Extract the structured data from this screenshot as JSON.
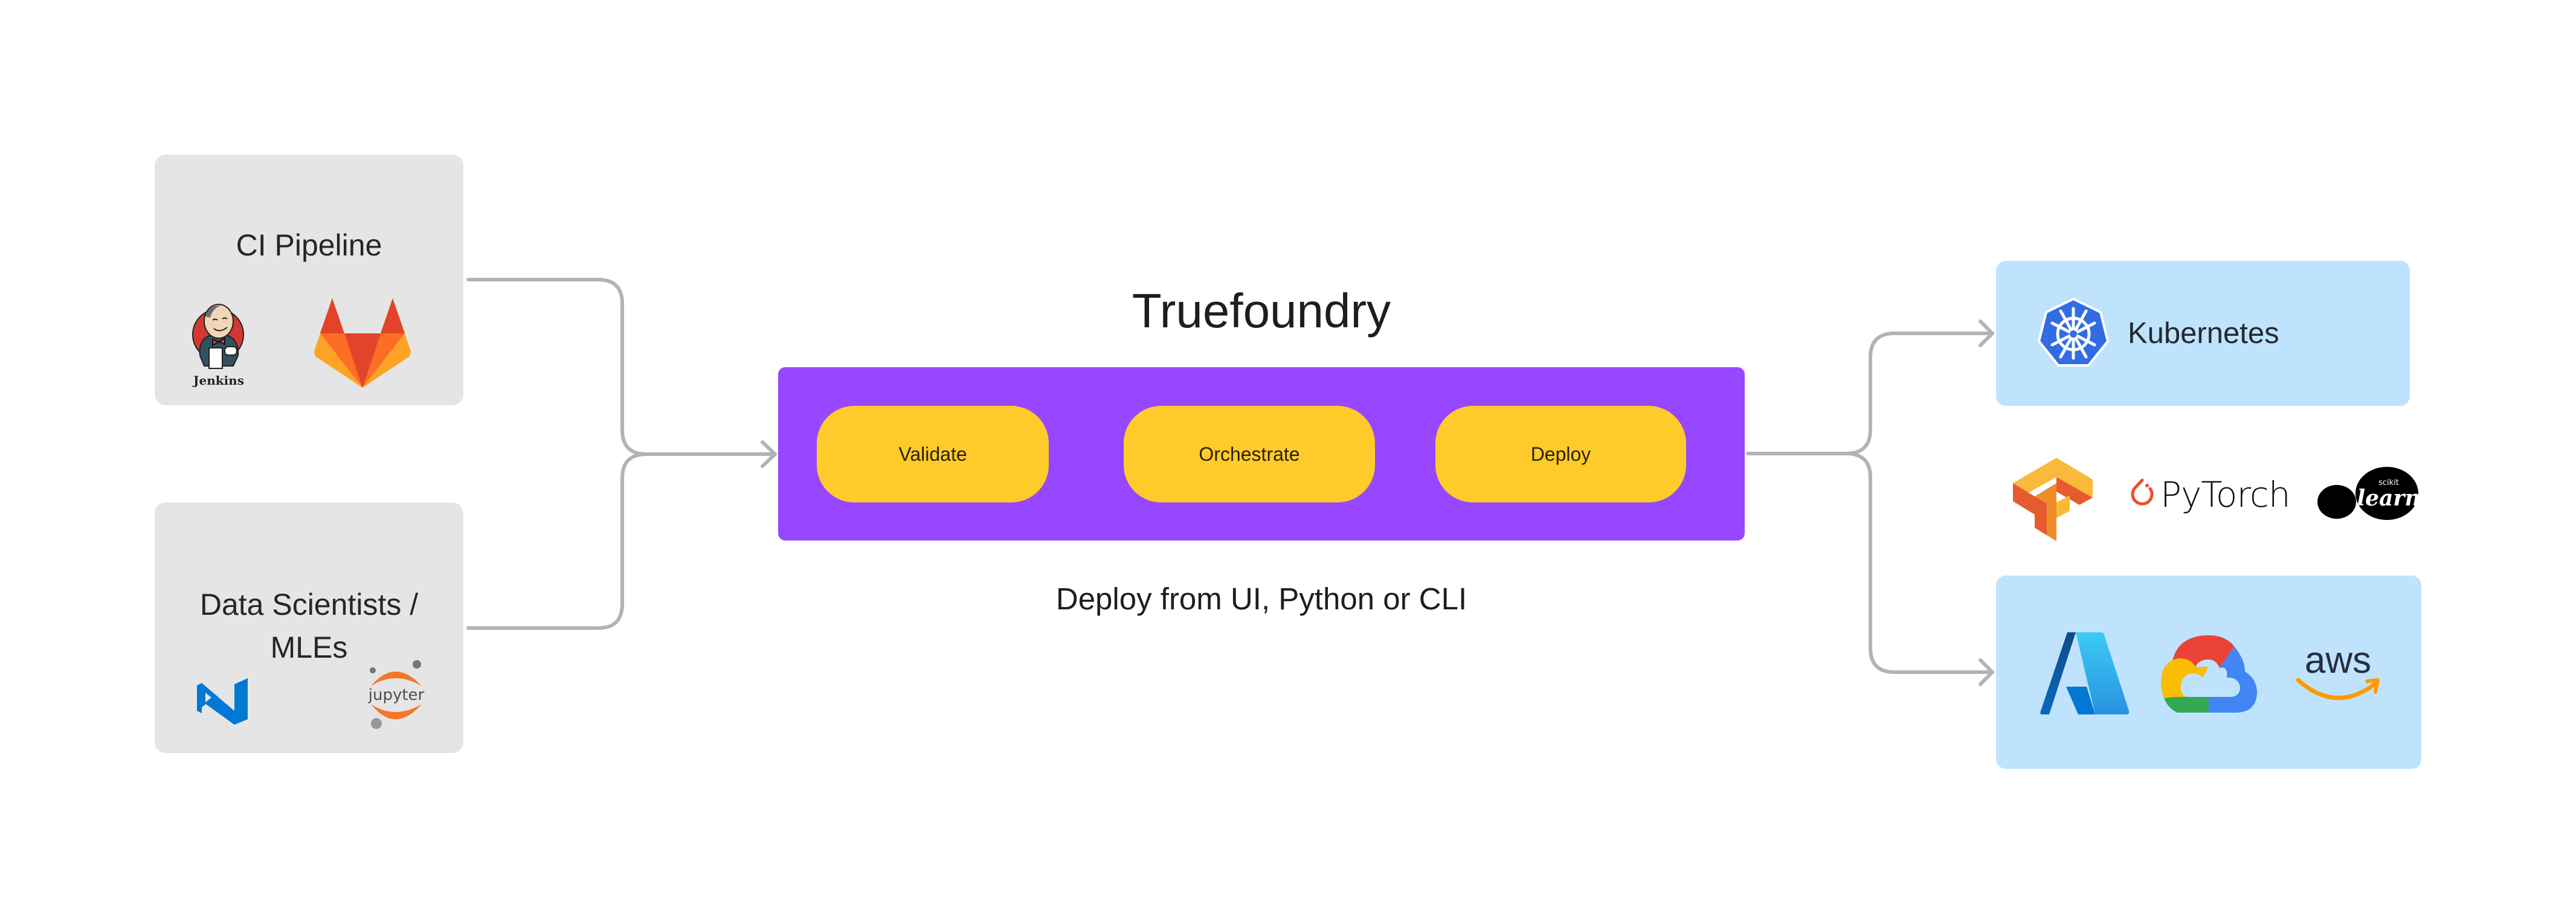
{
  "sources": [
    {
      "title": "CI Pipeline",
      "tools": [
        "Jenkins",
        "GitLab"
      ]
    },
    {
      "title": "Data Scientists / MLEs",
      "tools": [
        "VS Code",
        "Jupyter"
      ]
    }
  ],
  "platform": {
    "title": "Truefoundry",
    "subtitle": "Deploy from UI, Python or CLI",
    "stages": [
      "Validate",
      "Orchestrate",
      "Deploy"
    ],
    "colors": {
      "container": "#9747ff",
      "stage": "#fecb2a"
    }
  },
  "targets": {
    "orchestrator": {
      "label": "Kubernetes",
      "icon": "kubernetes-icon"
    },
    "frameworks": [
      {
        "label": "TensorFlow",
        "icon": "tensorflow-icon"
      },
      {
        "label": "PyTorch",
        "icon": "pytorch-icon"
      },
      {
        "label": "scikit learn",
        "icon": "sklearn-icon",
        "small": "scikit",
        "big": "learn"
      }
    ],
    "clouds": [
      {
        "label": "Azure",
        "icon": "azure-icon"
      },
      {
        "label": "Google Cloud",
        "icon": "gcp-icon"
      },
      {
        "label": "aws",
        "icon": "aws-icon"
      }
    ],
    "box_color": "#bfe3fd"
  },
  "logos": {
    "jenkins_text": "Jenkins",
    "jupyter_text": "jupyter"
  }
}
